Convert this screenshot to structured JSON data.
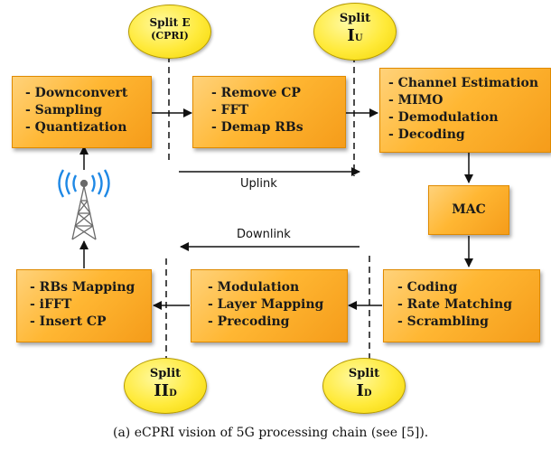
{
  "boxes": {
    "rf": {
      "items": [
        "- Downconvert",
        "- Sampling",
        "- Quantization"
      ]
    },
    "ofdm_ul": {
      "items": [
        "- Remove CP",
        "- FFT",
        "- Demap RBs"
      ]
    },
    "phy_ul": {
      "items": [
        "- Channel Estimation",
        "- MIMO",
        "- Demodulation",
        "- Decoding"
      ]
    },
    "mac": {
      "label": "MAC"
    },
    "phy_dl": {
      "items": [
        "- Coding",
        "- Rate Matching",
        "- Scrambling"
      ]
    },
    "mod_dl": {
      "items": [
        "- Modulation",
        "- Layer Mapping",
        "- Precoding"
      ]
    },
    "ofdm_dl": {
      "items": [
        "- RBs Mapping",
        "- iFFT",
        "- Insert CP"
      ]
    }
  },
  "splits": {
    "e": {
      "line1": "Split E",
      "line2": "(CPRI)"
    },
    "iu": {
      "line1": "Split",
      "main": "I",
      "sub": "U"
    },
    "iid": {
      "line1": "Split",
      "main": "II",
      "sub": "D"
    },
    "id": {
      "line1": "Split",
      "main": "I",
      "sub": "D"
    }
  },
  "flows": {
    "uplink": "Uplink",
    "downlink": "Downlink"
  },
  "icons": {
    "antenna": "antenna-tower-icon"
  },
  "caption": "(a) eCPRI vision of 5G processing chain (see [5])."
}
